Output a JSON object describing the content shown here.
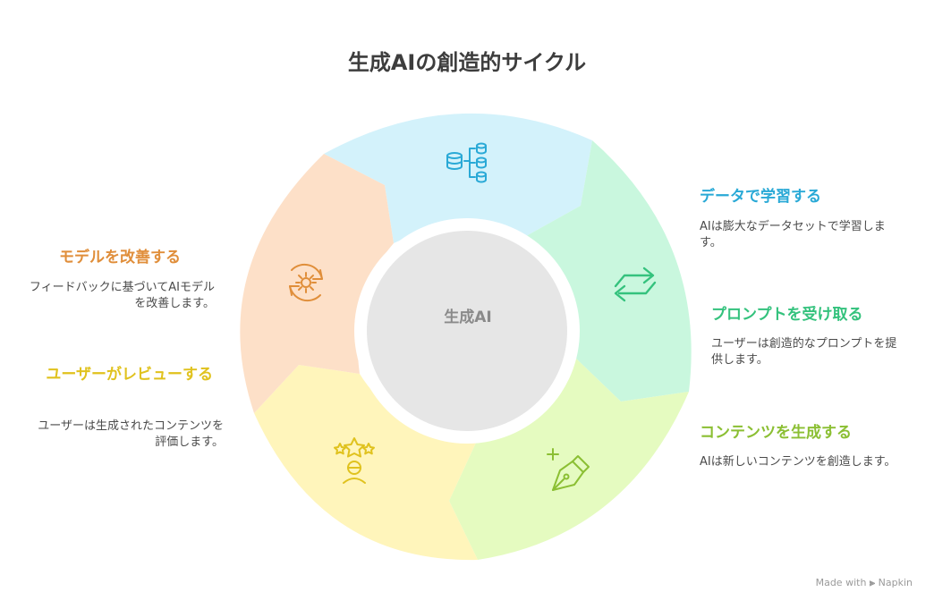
{
  "title": "生成AIの創造的サイクル",
  "center": {
    "label": "生成AI"
  },
  "steps": [
    {
      "title": "データで学習する",
      "description": "AIは膨大なデータセットで学習します。",
      "color": "#29a9d6",
      "fill": "#d3f2fb",
      "icon": "database-network-icon"
    },
    {
      "title": "プロンプトを受け取る",
      "description": "ユーザーは創造的なプロンプトを提供します。",
      "color": "#34c27d",
      "fill": "#c9f7de",
      "icon": "exchange-arrows-icon"
    },
    {
      "title": "コンテンツを生成する",
      "description": "AIは新しいコンテンツを創造します。",
      "color": "#8bbf33",
      "fill": "#e5fbc0",
      "icon": "pen-nib-icon"
    },
    {
      "title": "ユーザーがレビューする",
      "description": "ユーザーは生成されたコンテンツを評価します。",
      "color": "#e0c21e",
      "fill": "#fff5bb",
      "icon": "rating-stars-icon"
    },
    {
      "title": "モデルを改善する",
      "description": "フィードバックに基づいてAIモデルを改善します。",
      "color": "#e08e3a",
      "fill": "#fde0c8",
      "icon": "gear-cycle-icon"
    }
  ],
  "watermark": {
    "text": "Made with",
    "brand": "Napkin"
  }
}
